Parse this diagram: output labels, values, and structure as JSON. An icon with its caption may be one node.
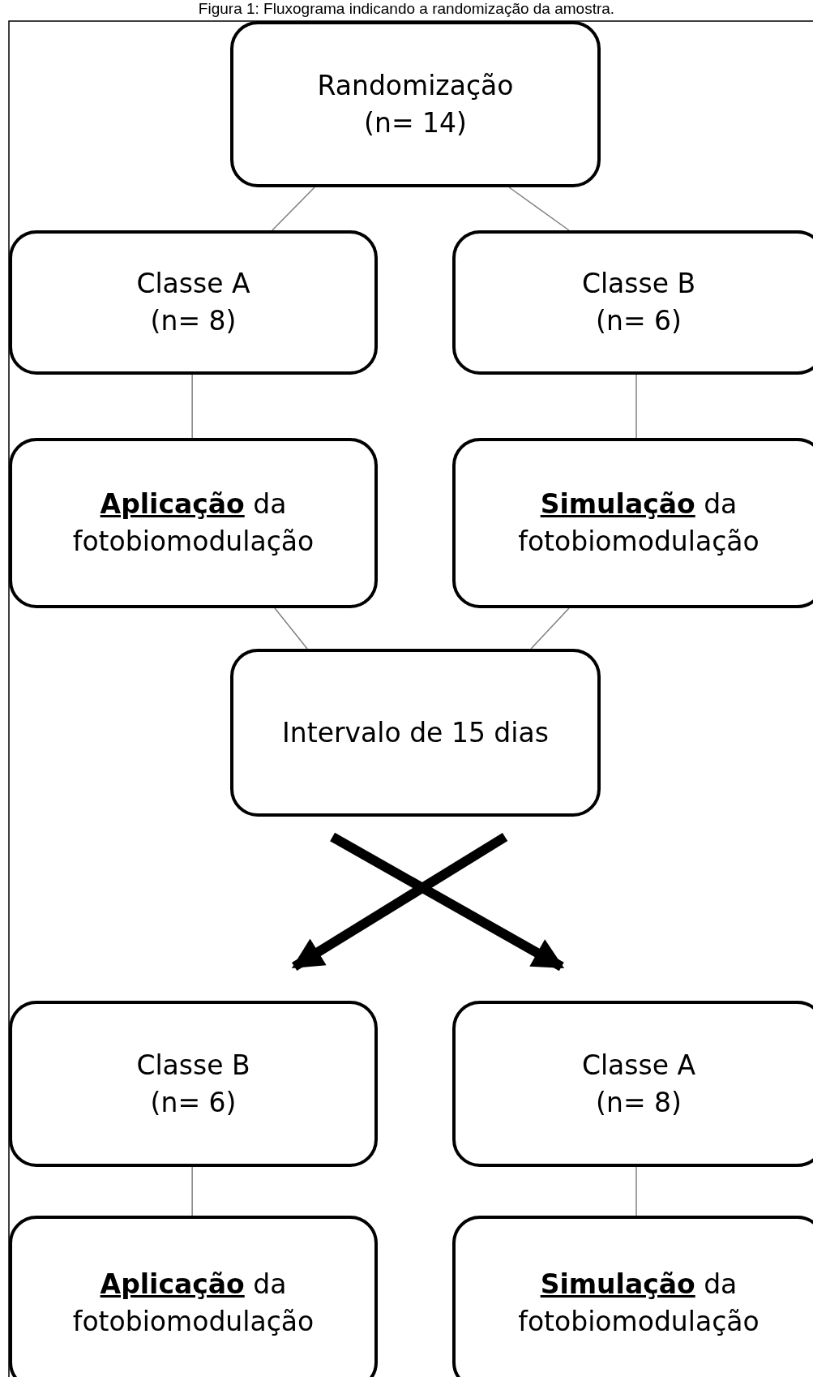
{
  "diagram": {
    "title": "Figura 1: Fluxograma indicando a randomização da amostra.",
    "nodes": [
      {
        "text": [
          "Randomização (n= 14)"
        ]
      },
      {
        "text": [
          "Classe A (n= 8)"
        ]
      },
      {
        "text": [
          "Classe B (n= 6)"
        ]
      },
      {
        "text": [
          "**Aplicação** da fotobiomodulação"
        ]
      },
      {
        "text": [
          "**Simulação** da fotobiomodulação"
        ]
      },
      {
        "text": [
          "Intervalo de 15 dias"
        ]
      },
      {
        "text": [
          "Classe B (n= 6)"
        ]
      },
      {
        "text": [
          "Classe A (n= 8)"
        ]
      },
      {
        "text": [
          "**Aplicação** da fotobiomodulação"
        ]
      },
      {
        "text": [
          "**Simulação** da fotobiomodulação"
        ]
      }
    ],
    "edges": [
      {
        "from": 0,
        "to": 1,
        "arrow": "none"
      },
      {
        "from": 0,
        "to": 2,
        "arrow": "none"
      },
      {
        "from": 1,
        "to": 3,
        "arrow": "none"
      },
      {
        "from": 2,
        "to": 4,
        "arrow": "none"
      },
      {
        "from": 3,
        "to": 5,
        "arrow": "none"
      },
      {
        "from": 4,
        "to": 5,
        "arrow": "none"
      },
      {
        "from": 5,
        "to": 6,
        "arrow": "to",
        "style": "thick",
        "color": "#000000"
      },
      {
        "from": 5,
        "to": 7,
        "arrow": "to",
        "style": "thick",
        "color": "#000000"
      },
      {
        "from": 6,
        "to": 8,
        "arrow": "none"
      },
      {
        "from": 7,
        "to": 9,
        "arrow": "none"
      }
    ]
  }
}
